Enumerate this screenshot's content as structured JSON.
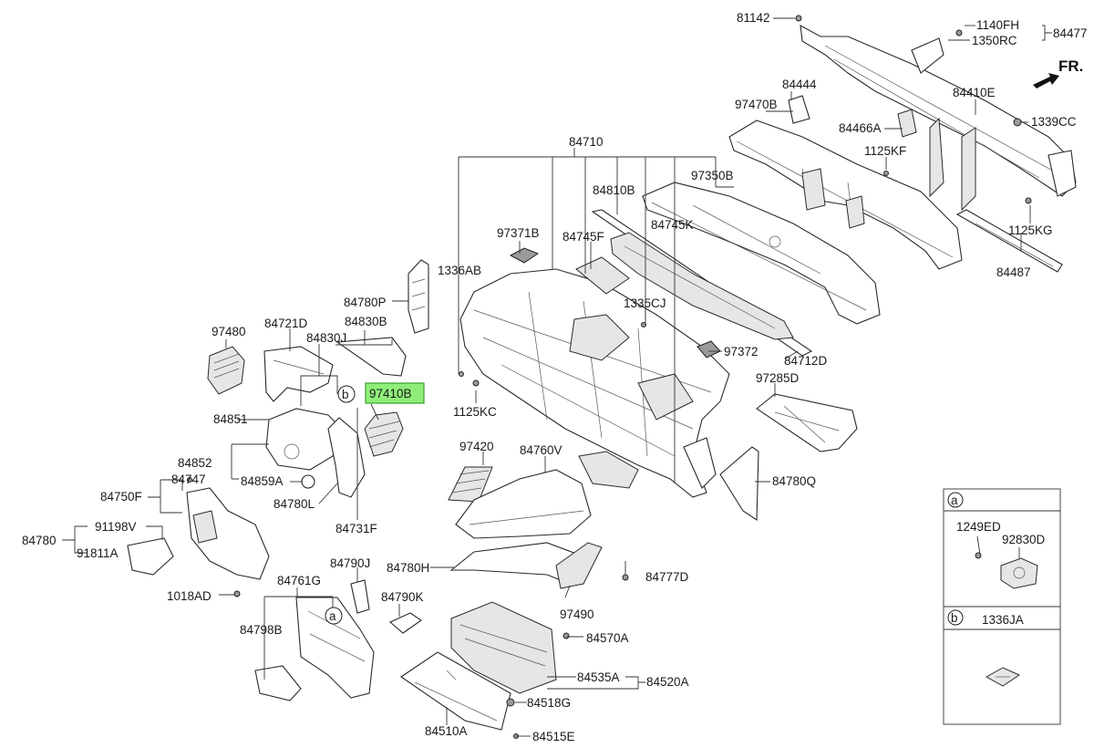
{
  "diagram": {
    "orientation_label": "FR.",
    "highlighted_part": "97410B",
    "highlight_color": "#8fee7a",
    "parts": {
      "p81142": "81142",
      "p1140FH": "1140FH",
      "p1350RC": "1350RC",
      "p84477": "84477",
      "p84444": "84444",
      "p84410E": "84410E",
      "p97470B": "97470B",
      "p84466A": "84466A",
      "p1339CC": "1339CC",
      "p1125KF": "1125KF",
      "p84710": "84710",
      "p97350B": "97350B",
      "p84810B": "84810B",
      "p84745K": "84745K",
      "p1125KG": "1125KG",
      "p97371B": "97371B",
      "p84745F": "84745F",
      "p84487": "84487",
      "p1336AB": "1336AB",
      "p1335CJ": "1335CJ",
      "p84780P": "84780P",
      "p84830B": "84830B",
      "p97480": "97480",
      "p84721D": "84721D",
      "p84830J": "84830J",
      "p84712D": "84712D",
      "p97372": "97372",
      "p97285D": "97285D",
      "p97410B": "97410B",
      "p1125KC": "1125KC",
      "p84851": "84851",
      "p97420": "97420",
      "p84760V": "84760V",
      "p84852": "84852",
      "p84747": "84747",
      "p84859A": "84859A",
      "p84780Q": "84780Q",
      "p84750F": "84750F",
      "p84780L": "84780L",
      "p84731F": "84731F",
      "p91198V": "91198V",
      "p84780": "84780",
      "p91811A": "91811A",
      "p84790J": "84790J",
      "p84780H": "84780H",
      "p84777D": "84777D",
      "p84761G": "84761G",
      "p1018AD": "1018AD",
      "p84790K": "84790K",
      "p97490": "97490",
      "p84798B": "84798B",
      "p84570A": "84570A",
      "p84535A": "84535A",
      "p84520A": "84520A",
      "p84518G": "84518G",
      "p84510A": "84510A",
      "p84515E": "84515E"
    },
    "callout_a": "a",
    "callout_b": "b",
    "legend": {
      "a_letter": "a",
      "a_part1": "1249ED",
      "a_part2": "92830D",
      "b_letter": "b",
      "b_part": "1336JA"
    }
  }
}
